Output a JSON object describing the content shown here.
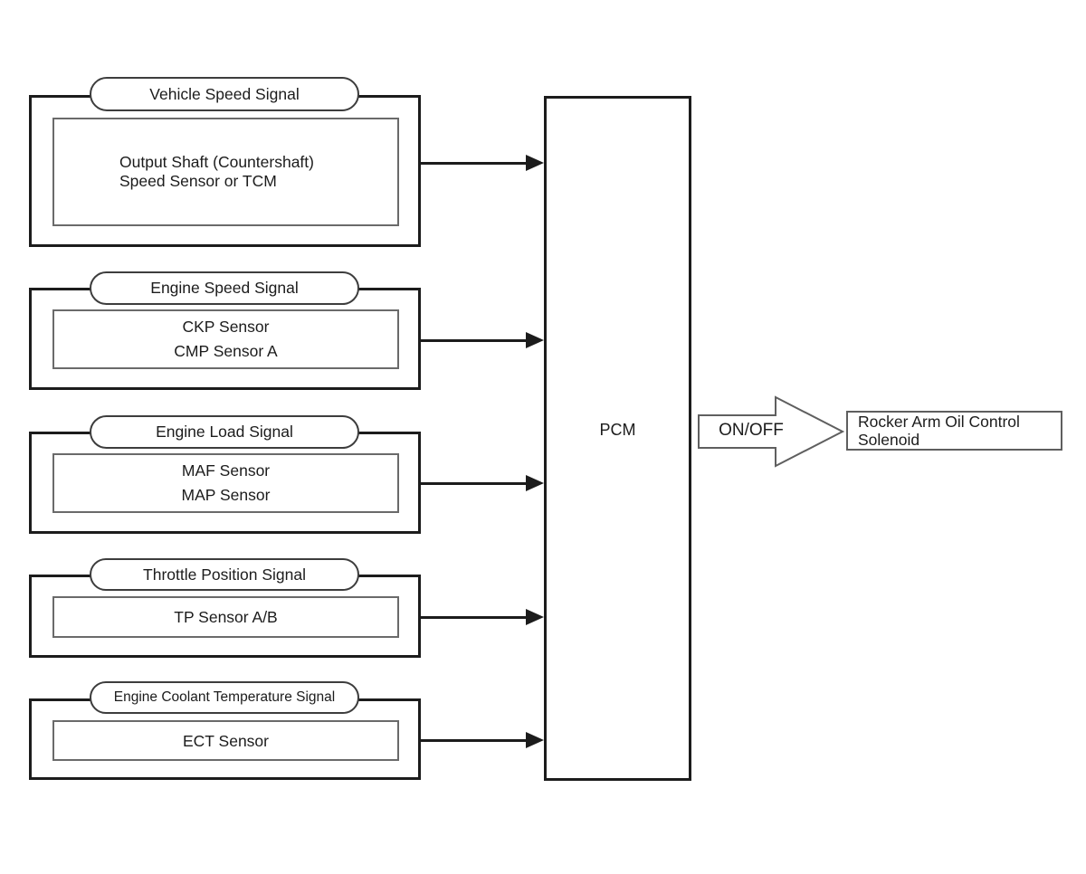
{
  "blocks": [
    {
      "label": "Vehicle Speed Signal",
      "lines": [
        "Output Shaft (Countershaft)",
        "Speed Sensor or TCM"
      ]
    },
    {
      "label": "Engine Speed Signal",
      "lines": [
        "CKP Sensor",
        "CMP Sensor A"
      ]
    },
    {
      "label": "Engine Load Signal",
      "lines": [
        "MAF Sensor",
        "MAP Sensor"
      ]
    },
    {
      "label": "Throttle Position Signal",
      "lines": [
        "TP Sensor A/B"
      ]
    },
    {
      "label": "Engine Coolant Temperature Signal",
      "lines": [
        "ECT Sensor"
      ]
    }
  ],
  "pcm": {
    "label": "PCM"
  },
  "output": {
    "arrow_label": "ON/OFF",
    "lines": [
      "Rocker Arm Oil Control",
      "Solenoid"
    ]
  },
  "colors": {
    "line_primary": "#1c1c1c",
    "line_secondary": "#5f5f5f",
    "background": "#ffffff",
    "text": "#1c1c1c"
  }
}
